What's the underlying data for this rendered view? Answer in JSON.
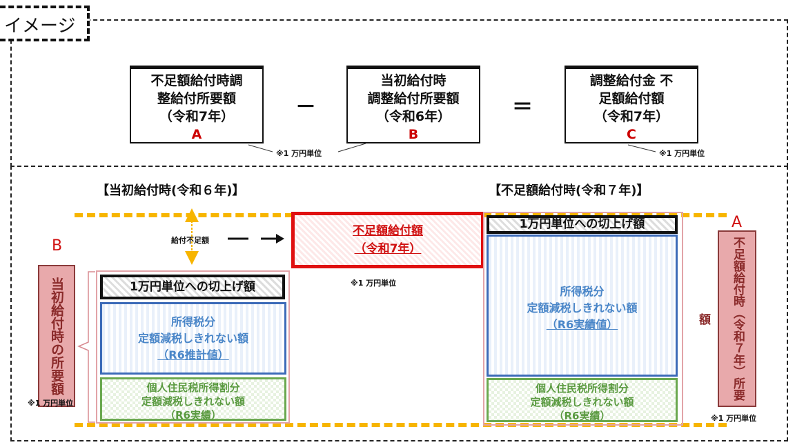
{
  "tag": "イメージ",
  "formula": {
    "a": {
      "lines": [
        "不足額給付時調",
        "整給付所要額",
        "（令和7年）"
      ],
      "letter": "A"
    },
    "minus": "－",
    "b": {
      "lines": [
        "当初給付時",
        "調整給付所要額",
        "（令和6年）"
      ],
      "letter": "B"
    },
    "equals": "＝",
    "c": {
      "lines": [
        "調整給付金 不",
        "足額給付額",
        "（令和7年）"
      ],
      "letter": "C"
    },
    "note": "※1 万円単位"
  },
  "left": {
    "heading": "【当初給付時(令和６年)】",
    "letter": "B",
    "vertical_label": "当初給付時の所要額",
    "note": "※1 万円単位",
    "roundup": "1万円単位への切上げ額",
    "income_tax": [
      "所得税分",
      "定額減税しきれない額",
      "（R6推計値）"
    ],
    "resident_tax": [
      "個人住民税所得割分",
      "定額減税しきれない額",
      "（R6実績）"
    ]
  },
  "shortfall": {
    "label": "給付不足額",
    "box": [
      "不足額給付額",
      "（令和7年）"
    ],
    "note": "※1 万円単位"
  },
  "right": {
    "heading": "【不足額給付時(令和７年)】",
    "letter": "A",
    "vertical_label": "不足額給付時（令和７年）所要額",
    "note": "※1 万円単位",
    "roundup": "1万円単位への切上げ額",
    "income_tax": [
      "所得税分",
      "定額減税しきれない額",
      "（R6実績値）"
    ],
    "resident_tax": [
      "個人住民税所得割分",
      "定額減税しきれない額",
      "（R6実績）"
    ]
  },
  "colors": {
    "red": "#d01010",
    "yellow": "#f7b500",
    "blue": "#3c6bb8",
    "green": "#6aa84f",
    "pink": "#e8a9ab"
  }
}
